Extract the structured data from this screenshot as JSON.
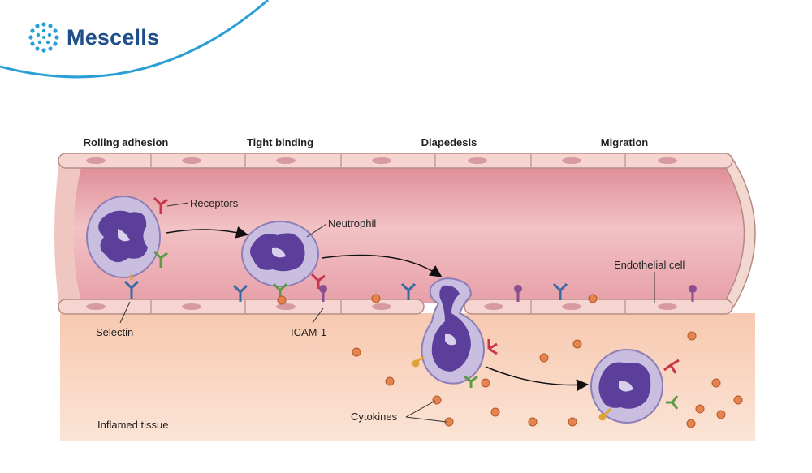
{
  "brand": {
    "name": "Mescells",
    "accent": "#2a9fd6",
    "text_color": "#1e4f8a"
  },
  "stages": [
    "Rolling adhesion",
    "Tight binding",
    "Diapedesis",
    "Migration"
  ],
  "labels": {
    "receptors": "Receptors",
    "neutrophil": "Neutrophil",
    "endothelial_cell": "Endothelial cell",
    "selectin": "Selectin",
    "icam": "ICAM-1",
    "cytokines": "Cytokines",
    "inflamed_tissue": "Inflamed tissue"
  },
  "colors": {
    "vessel": "#e8a3aa",
    "endothelium": "#f6d4d0",
    "tissue": "#f9dcc8",
    "neutrophil_body": "#c9bedf",
    "nucleus": "#5b3f9a",
    "cytokine": "#e6844f"
  }
}
